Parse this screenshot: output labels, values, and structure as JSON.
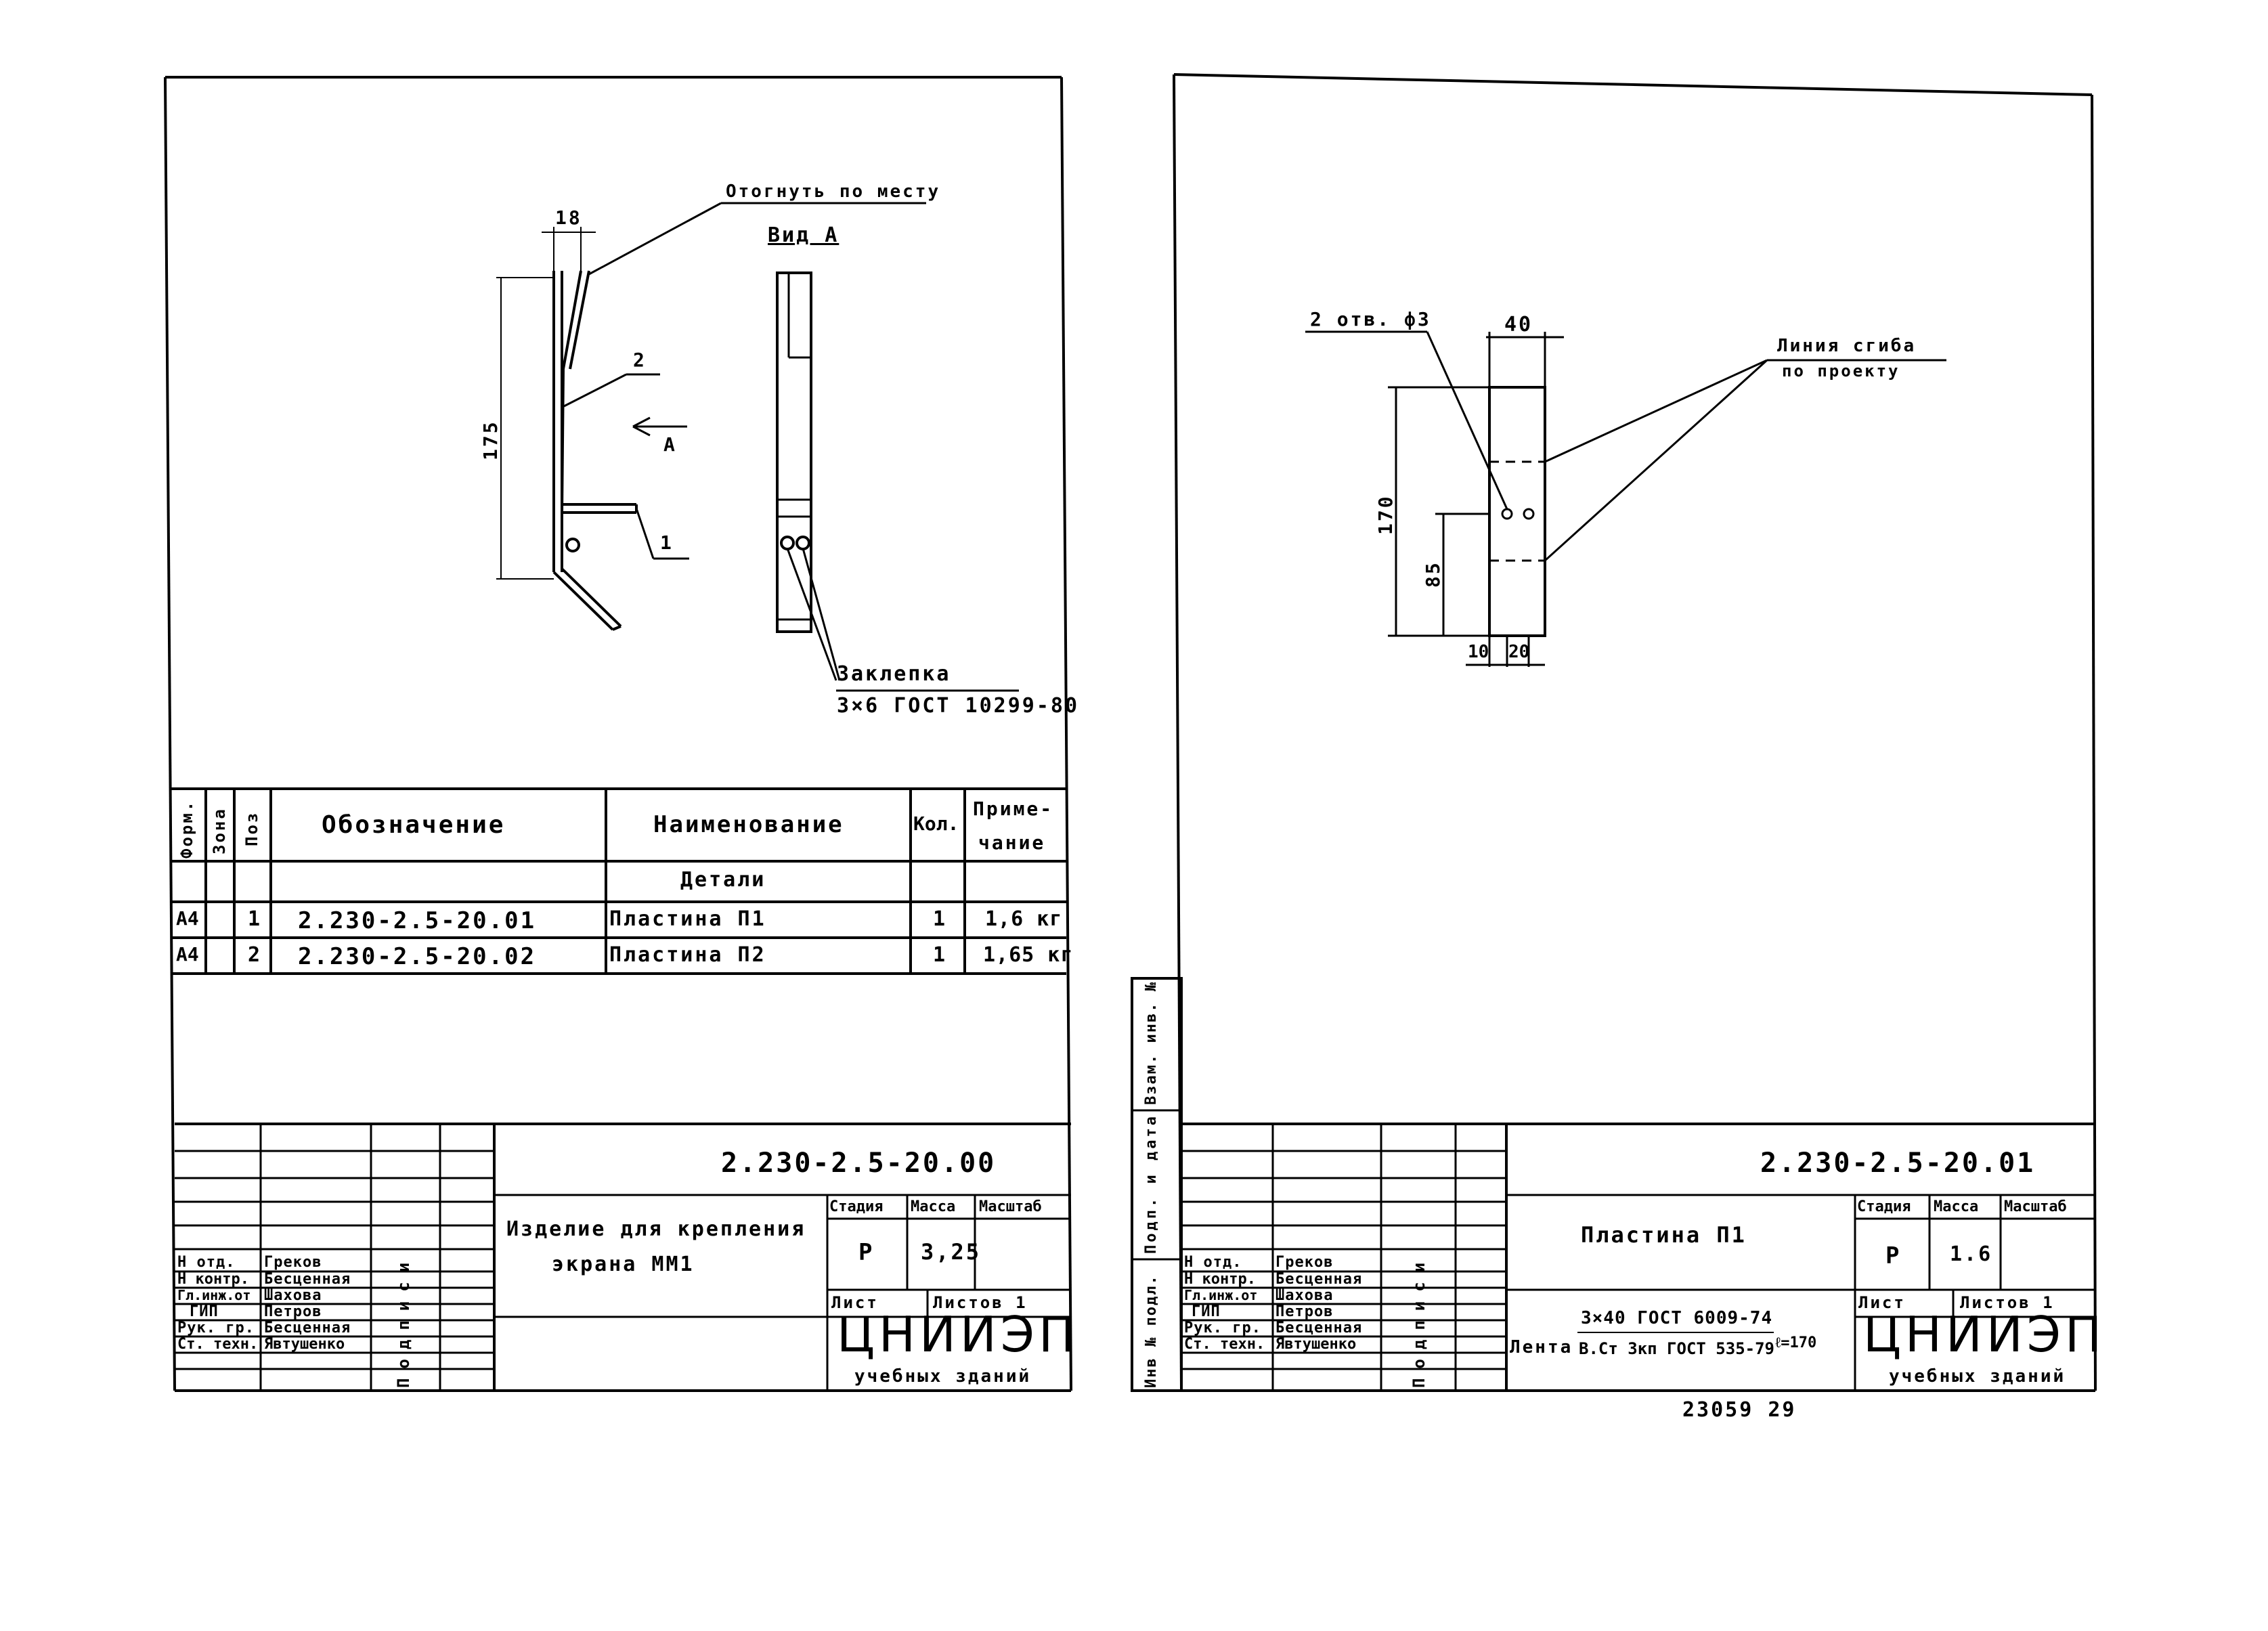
{
  "left_sheet": {
    "drawing": {
      "bend_note": "Отогнуть по месту",
      "dim_top": "18",
      "dim_height": "175",
      "pos_2": "2",
      "pos_1": "1",
      "arrow_label": "А",
      "view_label": "Вид А",
      "rivet_label": "Заклепка",
      "rivet_spec": "3×6 ГОСТ 10299-80"
    },
    "spec_table": {
      "headers": {
        "format": "Форм.",
        "zone": "Зона",
        "pos": "Поз",
        "designation": "Обозначение",
        "name": "Наименование",
        "qty": "Кол.",
        "note_1": "Приме-",
        "note_2": "чание"
      },
      "section": "Детали",
      "rows": [
        {
          "format": "А4",
          "pos": "1",
          "designation": "2.230-2.5-20.01",
          "name": "Пластина   П1",
          "qty": "1",
          "note": "1,6 кг"
        },
        {
          "format": "А4",
          "pos": "2",
          "designation": "2.230-2.5-20.02",
          "name": "Пластина   П2",
          "qty": "1",
          "note": "1,65 кг"
        }
      ]
    },
    "title_block": {
      "code": "2.230-2.5-20.00",
      "title_1": "Изделие для крепления",
      "title_2": "экрана  ММ1",
      "stage_h": "Стадия",
      "mass_h": "Масса",
      "scale_h": "Масштаб",
      "stage": "Р",
      "mass": "3,25",
      "sheet_h": "Лист",
      "sheets_h": "Листов 1",
      "org": "ЦНИИЭП",
      "org_sub": "учебных зданий",
      "signature_label": "Подписи",
      "staff": [
        {
          "role": "Н отд.",
          "name": "Греков"
        },
        {
          "role": "Н контр.",
          "name": "Бесценная"
        },
        {
          "role": "Гл.инж.от",
          "name": "Шахова"
        },
        {
          "role": "ГИП",
          "name": "Петров"
        },
        {
          "role": "Рук. гр.",
          "name": "Бесценная"
        },
        {
          "role": "Ст. техн.",
          "name": "Явтушенко"
        }
      ]
    }
  },
  "right_sheet": {
    "drawing": {
      "holes_note": "2 отв. ф3",
      "dim_width": "40",
      "bend_line_1": "Линия сгиба",
      "bend_line_2": "по проекту",
      "dim_height": "170",
      "dim_mid": "85",
      "dim_10": "10",
      "dim_20": "20"
    },
    "side_stamp": {
      "inv_orig": "Инв № подл.",
      "sign_date": "Подп. и дата",
      "inv_repl": "Взам. инв. №"
    },
    "title_block": {
      "code": "2.230-2.5-20.01",
      "title": "Пластина П1",
      "material_prefix": "Лента",
      "material_top": "3×40 ГОСТ 6009-74",
      "material_bottom": "В.Ст 3кп ГОСТ 535-79",
      "material_len": "ℓ=170",
      "stage_h": "Стадия",
      "mass_h": "Масса",
      "scale_h": "Масштаб",
      "stage": "Р",
      "mass": "1.6",
      "sheet_h": "Лист",
      "sheets_h": "Листов 1",
      "org": "ЦНИИЭП",
      "org_sub": "учебных зданий",
      "signature_label": "Подписи",
      "staff": [
        {
          "role": "Н отд.",
          "name": "Греков"
        },
        {
          "role": "Н контр.",
          "name": "Бесценная"
        },
        {
          "role": "Гл.инж.от",
          "name": "Шахова"
        },
        {
          "role": "ГИП",
          "name": "Петров"
        },
        {
          "role": "Рук. гр.",
          "name": "Бесценная"
        },
        {
          "role": "Ст. техн.",
          "name": "Явтушенко"
        }
      ]
    },
    "footer": "23059    29"
  }
}
